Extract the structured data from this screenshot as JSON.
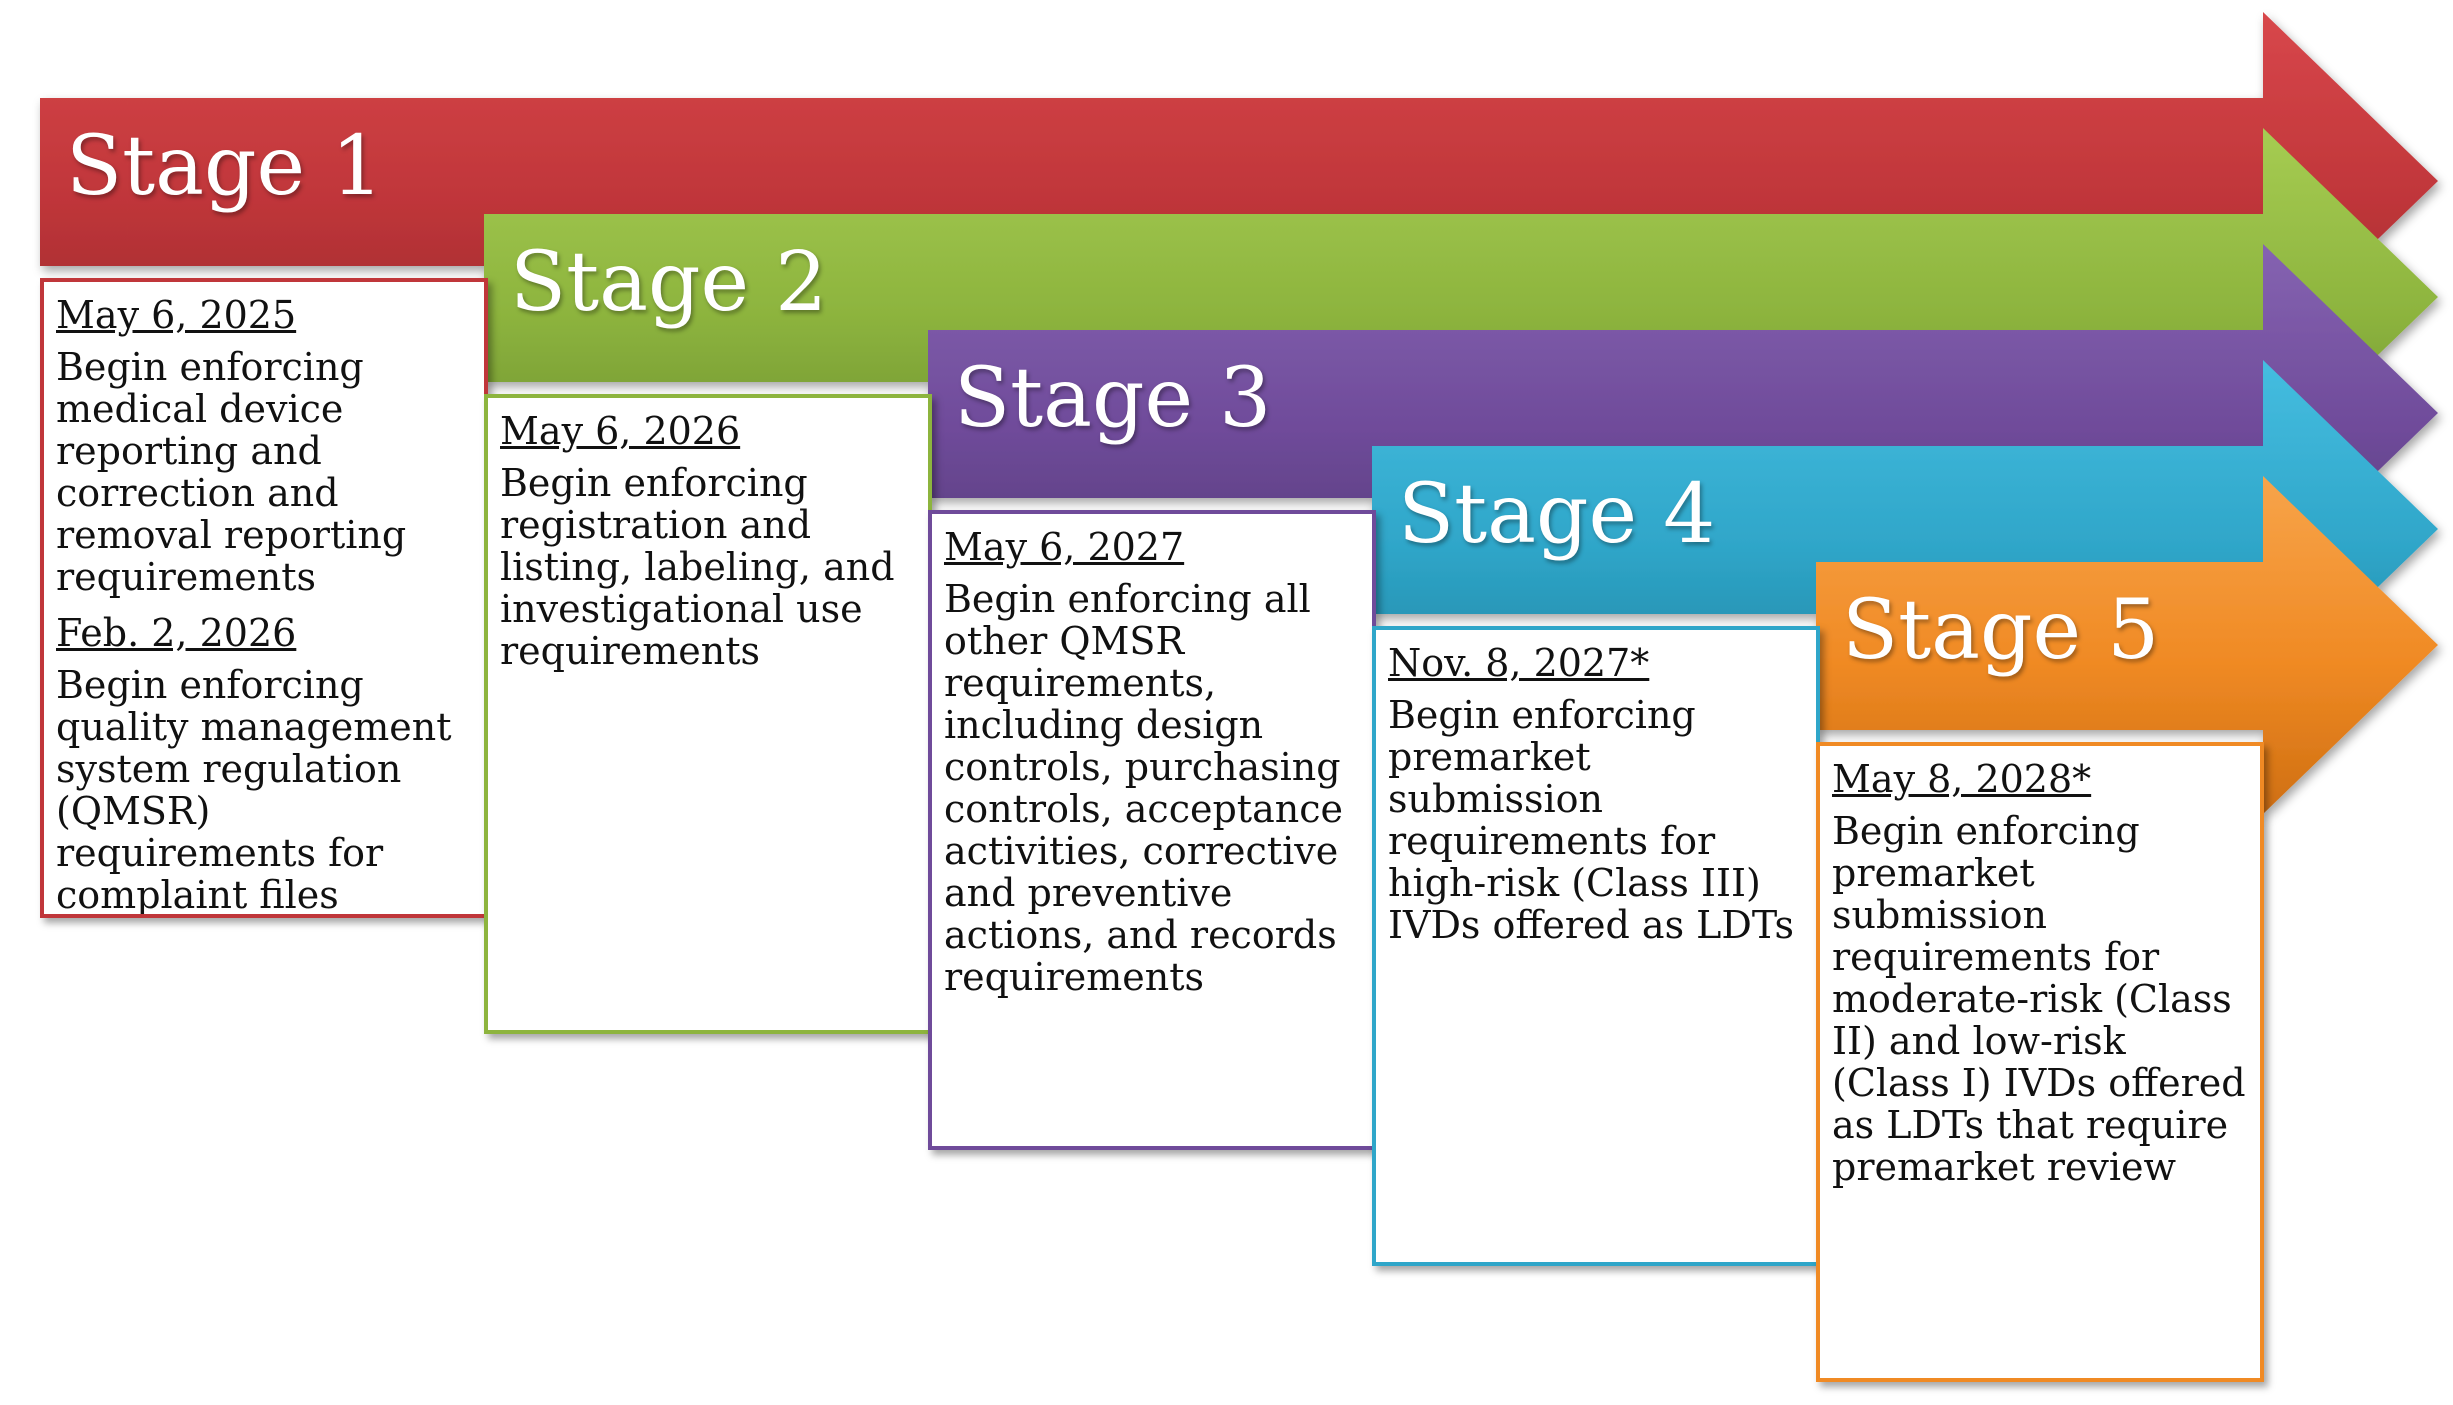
{
  "stages": [
    {
      "label": "Stage 1",
      "color": "#c0363a",
      "entries": [
        {
          "date": "May 6, 2025",
          "text": "Begin enforcing medical device reporting and correction and removal reporting requirements"
        },
        {
          "date": "Feb. 2, 2026",
          "text": "Begin enforcing quality management system regulation (QMSR) requirements for complaint files"
        }
      ]
    },
    {
      "label": "Stage 2",
      "color": "#8db43e",
      "entries": [
        {
          "date": "May 6, 2026",
          "text": "Begin enforcing registration and listing, labeling, and investigational use requirements"
        }
      ]
    },
    {
      "label": "Stage 3",
      "color": "#6f4b9a",
      "entries": [
        {
          "date": "May 6, 2027",
          "text": "Begin enforcing all other QMSR requirements, including design controls, purchasing controls, acceptance activities, corrective and preventive actions, and records requirements"
        }
      ]
    },
    {
      "label": "Stage 4",
      "color": "#2fa6c9",
      "entries": [
        {
          "date": "Nov. 8, 2027*",
          "text": "Begin enforcing premarket submission requirements for high-risk (Class III) IVDs offered as LDTs"
        }
      ]
    },
    {
      "label": "Stage 5",
      "color": "#f08a24",
      "entries": [
        {
          "date": "May 8, 2028*",
          "text": "Begin enforcing premarket submission requirements for moderate-risk (Class II) and low-risk (Class I) IVDs offered as LDTs that require premarket review"
        }
      ]
    }
  ]
}
